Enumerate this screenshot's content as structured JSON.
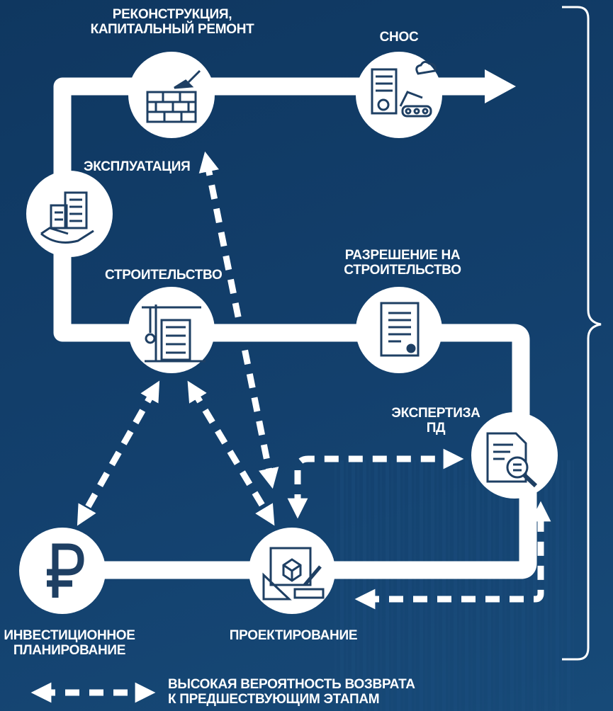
{
  "stages": {
    "reconstruction": "РЕКОНСТРУКЦИЯ,\nКАПИТАЛЬНЫЙ РЕМОНТ",
    "demolition": "СНОС",
    "operation": "ЭКСПЛУАТАЦИЯ",
    "construction": "СТРОИТЕЛЬСТВО",
    "permit": "РАЗРЕШЕНИЕ НА\nСТРОИТЕЛЬСТВО",
    "expertise": "ЭКСПЕРТИЗА\nПД",
    "investment": "ИНВЕСТИЦИОННОЕ\nПЛАНИРОВАНИЕ",
    "design": "ПРОЕКТИРОВАНИЕ"
  },
  "legend": {
    "text": "ВЫСОКАЯ ВЕРОЯТНОСТЬ ВОЗВРАТА\nК ПРЕДШЕСТВУЮЩИМ ЭТАПАМ"
  },
  "icons": {
    "reconstruction": "brick-wall-trowel-icon",
    "demolition": "demolition-excavator-icon",
    "operation": "hand-holding-buildings-icon",
    "construction": "crane-building-icon",
    "permit": "permit-document-icon",
    "expertise": "document-magnifier-icon",
    "investment": "ruble-icon",
    "design": "drafting-tools-icon"
  },
  "colors": {
    "background": "#123c66",
    "path": "#ffffff",
    "icon_stroke": "#1e3f63"
  }
}
